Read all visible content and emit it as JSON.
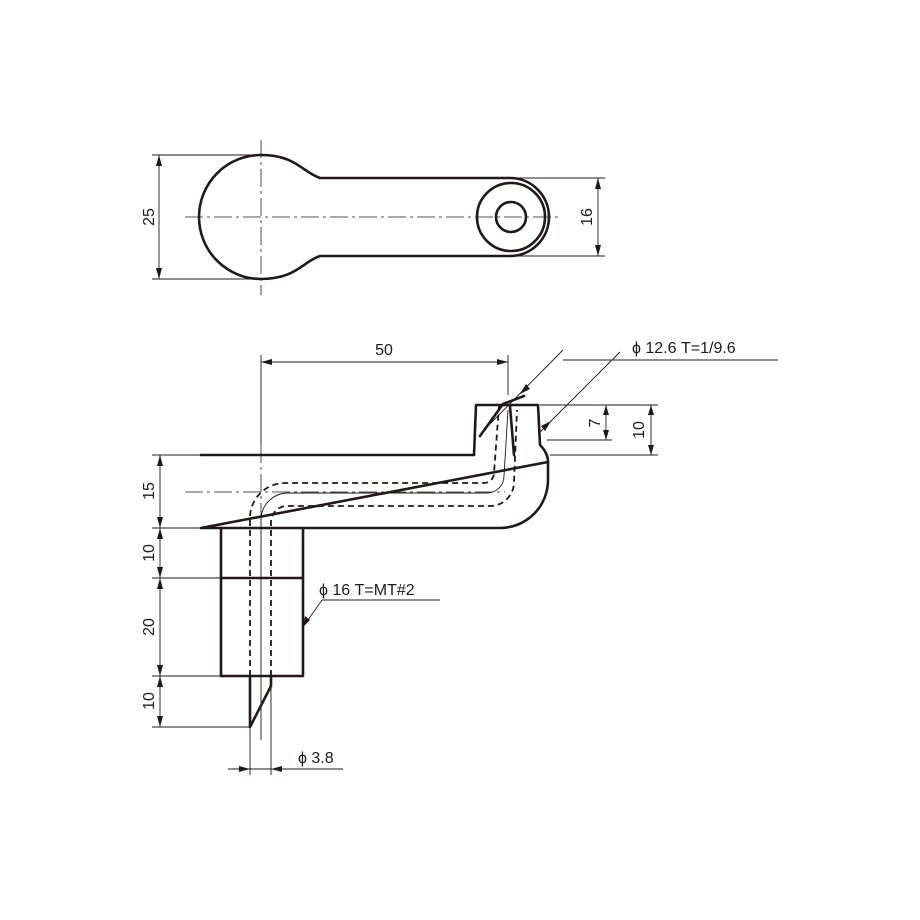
{
  "dimensions": {
    "top_width": "25",
    "top_eye": "16",
    "length": "50",
    "taper_top": "ϕ 12.6  T=1/9.6",
    "upper_h": "7",
    "upper_total": "10",
    "arm_h": "15",
    "shank_upper": "10",
    "shank_taper": "20",
    "tip_len": "10",
    "shank_dia": "ϕ 16 T=MT#2",
    "drill_dia": "ϕ 3.8"
  }
}
